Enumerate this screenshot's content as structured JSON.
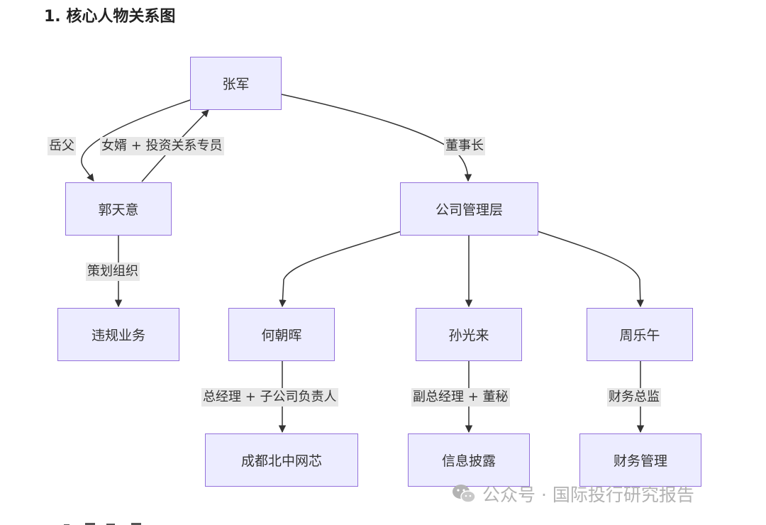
{
  "heading": "1. 核心人物关系图",
  "nodes": {
    "zhangjun": "张军",
    "guotianyi": "郭天意",
    "mgmt": "公司管理层",
    "weigui": "违规业务",
    "hezhaohui": "何朝晖",
    "sunguanglai": "孙光来",
    "zhouleqian": "周乐午",
    "chengdu": "成都北中网芯",
    "xinxi": "信息披露",
    "caiwu": "财务管理"
  },
  "edges": {
    "father_in_law": "岳父",
    "son_in_law": "女婿 + 投资关系专员",
    "chairman": "董事长",
    "plan": "策划组织",
    "gm": "总经理 + 子公司负责人",
    "deputy": "副总经理 + 董秘",
    "cfo": "财务总监"
  },
  "watermark": {
    "icon": "wechat-icon",
    "text": "公众号 · 国际投行研究报告"
  },
  "colors": {
    "node_fill": "#ececff",
    "node_border": "#9370db",
    "edge": "#333333",
    "label_bg": "#e8e8e8"
  }
}
